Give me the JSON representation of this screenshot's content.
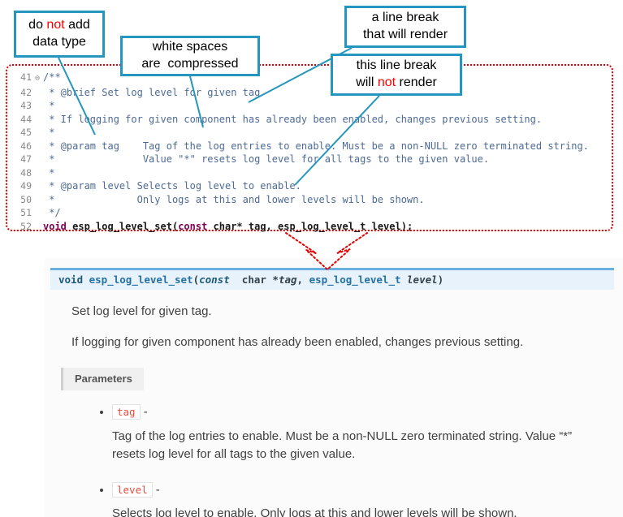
{
  "colors": {
    "callout_border": "#2596be",
    "connector_teal": "#2596be",
    "arrow_red": "#e60000",
    "code_comment": "#4d6a96",
    "code_keyword": "#7f0055",
    "sig_background": "#e7f2fa",
    "sig_top_border": "#6ab0de",
    "sig_name_blue": "#2471a3",
    "param_chip_red": "#e74c3c"
  },
  "callouts": {
    "box1": {
      "l1a": "do ",
      "l1b": "not",
      "l1c": " add",
      "l2": "data type"
    },
    "box2": {
      "l1": "white spaces",
      "l2": "are  compressed"
    },
    "box3": {
      "l1": "a line break",
      "l2": "that will render"
    },
    "box4": {
      "l1": "this line break",
      "l2a": "will ",
      "l2b": "not",
      "l2c": " render"
    }
  },
  "code": {
    "lines": [
      {
        "no": "41",
        "fold": "⊖",
        "text": "/**"
      },
      {
        "no": "42",
        "fold": "",
        "text": " * @brief Set log level for given tag"
      },
      {
        "no": "43",
        "fold": "",
        "text": " *"
      },
      {
        "no": "44",
        "fold": "",
        "text": " * If logging for given component has already been enabled, changes previous setting."
      },
      {
        "no": "45",
        "fold": "",
        "text": " *"
      },
      {
        "no": "46",
        "fold": "",
        "text": " * @param tag    Tag of the log entries to enable. Must be a non-NULL zero terminated string."
      },
      {
        "no": "47",
        "fold": "",
        "text": " *               Value \"*\" resets log level for all tags to the given value."
      },
      {
        "no": "48",
        "fold": "",
        "text": " *"
      },
      {
        "no": "49",
        "fold": "",
        "text": " * @param level Selects log level to enable."
      },
      {
        "no": "50",
        "fold": "",
        "text": " *              Only logs at this and lower levels will be shown."
      },
      {
        "no": "51",
        "fold": "",
        "text": " */"
      }
    ],
    "line52": {
      "no": "52",
      "kw1": "void",
      "mid": " esp_log_level_set(",
      "kw2": "const",
      "rest": " char* tag, esp_log_level_t level);"
    }
  },
  "doc": {
    "signature": {
      "kw": "void",
      "name": " esp_log_level_set",
      "open": "(",
      "const_kw": "const",
      "char_part": "  char *",
      "tag": "tag",
      "comma": ", ",
      "type": "esp_log_level_t",
      "space": " ",
      "level": "level",
      "close": ")"
    },
    "p1": "Set log level for given tag.",
    "p2": "If logging for given component has already been enabled, changes previous setting.",
    "params_label": "Parameters",
    "params": [
      {
        "name": "tag",
        "dash": " - ",
        "desc": "Tag of the log entries to enable. Must be a non-NULL zero terminated string. Value “*” resets log level for all tags to the given value."
      },
      {
        "name": "level",
        "dash": " - ",
        "desc": "Selects log level to enable. Only logs at this and lower levels will be shown."
      }
    ]
  }
}
